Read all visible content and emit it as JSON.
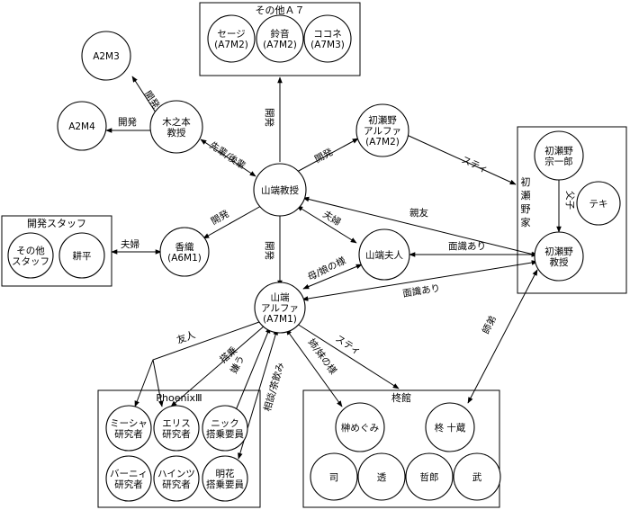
{
  "groups": {
    "other_a7": "その他Ａ７",
    "dev_staff": "開発スタッフ",
    "hatsuseno_family": "初瀬野家",
    "phoenix": "PhoenixⅢ",
    "hiiragi": "柊館"
  },
  "nodes": {
    "sage": [
      "セージ",
      "(A7M2)"
    ],
    "suzune": [
      "鈴音",
      "(A7M2)"
    ],
    "kokone": [
      "ココネ",
      "(A7M3)"
    ],
    "a2m3": "A2M3",
    "a2m4": "A2M4",
    "kinomoto": [
      "木之本",
      "教授"
    ],
    "hatsuseno_alpha": [
      "初瀬野",
      "アルファ",
      "(A7M2)"
    ],
    "yamaha_prof": "山端教授",
    "other_staff": [
      "その他",
      "スタッフ"
    ],
    "kohei": "耕平",
    "kaori": [
      "香織",
      "(A6M1)"
    ],
    "yamaha_wife": "山端夫人",
    "hatsuseno_soichiro": [
      "初瀬野",
      "宗一郎"
    ],
    "teki": "テキ",
    "hatsuseno_prof": [
      "初瀬野",
      "教授"
    ],
    "yamaha_alpha": [
      "山端",
      "アルファ",
      "(A7M1)"
    ],
    "misha": [
      "ミーシャ",
      "研究者"
    ],
    "eris": [
      "エリス",
      "研究者"
    ],
    "nick": [
      "ニック",
      "搭乗要員"
    ],
    "varney": [
      "バーニィ",
      "研究者"
    ],
    "heinz": [
      "ハインツ",
      "研究者"
    ],
    "meika": [
      "明花",
      "搭乗要員"
    ],
    "sakaki": "榊めぐみ",
    "hiiragi_tozo": "柊 十蔵",
    "tsukasa": "司",
    "toru": "透",
    "tetsuro": "哲郎",
    "takeshi": "武"
  },
  "labels": {
    "dev_a2m3": "開発",
    "dev_a2m4": "開発",
    "senpai_kohai": "先輩/後輩",
    "dev_other": "開発",
    "dev_hatsuseno": "開発",
    "stay_hatsuseno": "スティ",
    "shinyu": "親友",
    "fufu_yamaha": "夫婦",
    "dev_kaori": "開発",
    "fufu_kaori": "夫婦",
    "dev_alpha": "開発",
    "menshiki_1": "面識あり",
    "menshiki_2": "面識あり",
    "haha_musume": "母/娘の様",
    "oyako": "父子",
    "yujin": "友人",
    "tojo": "搭乗",
    "kirau": "嫌う",
    "sodan": "相談/茶飲み",
    "ane_imoto": "姉/妹の様",
    "stay_hiiragi": "スティ",
    "shitei": "師弟"
  }
}
